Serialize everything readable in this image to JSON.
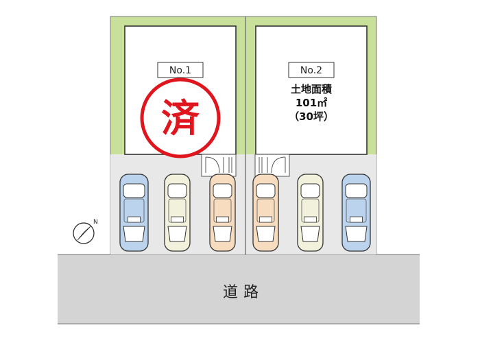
{
  "lots": [
    {
      "number_label": "No.1",
      "sold_stamp": "済"
    },
    {
      "number_label": "No.2",
      "area": {
        "title": "土地面積",
        "sqm": "101㎡",
        "tsubo": "（30坪）"
      }
    }
  ],
  "road": {
    "label": "道路"
  },
  "compass": {
    "north_label": "N"
  },
  "colors": {
    "lot_border_green": "#c9e09a",
    "parking_gray": "#e8e8e8",
    "road_gray": "#d4d4d4",
    "sold_red": "#e0161e",
    "car_blue": "#bcd3ee",
    "car_cream": "#f2f1dc",
    "car_peach": "#f7dcc0"
  }
}
